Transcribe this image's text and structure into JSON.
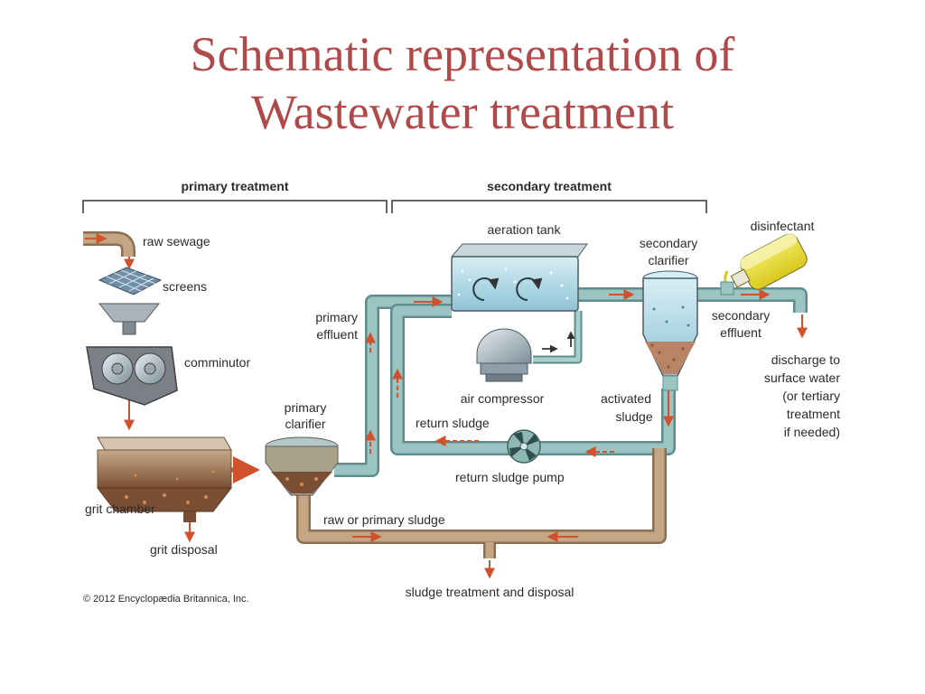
{
  "slide": {
    "title_line1": "Schematic representation of",
    "title_line2": "Wastewater treatment"
  },
  "diagram": {
    "headers": {
      "primary": "primary treatment",
      "secondary": "secondary treatment"
    },
    "labels": {
      "raw_sewage": "raw sewage",
      "screens": "screens",
      "comminutor": "comminutor",
      "grit_chamber": "grit chamber",
      "grit_disposal": "grit disposal",
      "primary_clarifier_1": "primary",
      "primary_clarifier_2": "clarifier",
      "primary_effluent_1": "primary",
      "primary_effluent_2": "effluent",
      "aeration_tank": "aeration tank",
      "air_compressor": "air compressor",
      "return_sludge": "return sludge",
      "return_sludge_pump": "return sludge pump",
      "secondary_clarifier_1": "secondary",
      "secondary_clarifier_2": "clarifier",
      "activated_sludge_1": "activated",
      "activated_sludge_2": "sludge",
      "disinfectant": "disinfectant",
      "secondary_effluent_1": "secondary",
      "secondary_effluent_2": "effluent",
      "discharge_1": "discharge to",
      "discharge_2": "surface water",
      "discharge_3": "(or tertiary",
      "discharge_4": "treatment",
      "discharge_5": "if needed)",
      "raw_primary_sludge": "raw or primary sludge",
      "sludge_treatment": "sludge treatment and disposal"
    },
    "credit": "© 2012 Encyclopædia Britannica, Inc.",
    "colors": {
      "pipe_teal": "#8fb7b6",
      "pipe_teal_dark": "#5d8e8d",
      "pipe_brown": "#b89b7c",
      "pipe_brown_dark": "#8b6f52",
      "water": "#bfe0ec",
      "sludge": "#8a5a3c",
      "flow_arrow": "#d0512c",
      "title": "#b04a4a"
    }
  }
}
